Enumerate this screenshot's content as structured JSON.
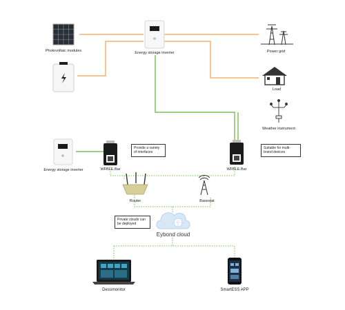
{
  "labels": {
    "pv_modules": "Photovoltaic modules",
    "inverter_top": "Energy storage inverter",
    "power_grid": "Power grid",
    "load": "Load",
    "weather": "Weather instrument",
    "inverter_left": "Energy storage inverter",
    "wfble_left": "WFBLE.Bar",
    "wfble_right": "WFBLE.Bar",
    "router": "Router",
    "basestat": "Basestat",
    "cloud": "Eybond cloud",
    "dessmonitor": "Dessmonitor",
    "smartess": "SmartESS APP"
  },
  "notes": {
    "interfaces": "Provide a variety of interfaces",
    "multibrand": "Suitable for multi-brand devices",
    "private_clouds": "Private clouds can be deployed"
  },
  "colors": {
    "power_line": "#f0a04b",
    "data_line": "#5fb23a",
    "dotted_line": "#6fbf45",
    "cloud": "#cfe2f3",
    "device_dark": "#1c1c1c"
  },
  "icons": [
    "solar-panel-icon",
    "battery-icon",
    "inverter-icon",
    "power-tower-icon",
    "house-icon",
    "weather-station-icon",
    "wifi-dongle-icon",
    "router-icon",
    "antenna-icon",
    "cloud-icon",
    "laptop-icon",
    "phone-icon"
  ]
}
